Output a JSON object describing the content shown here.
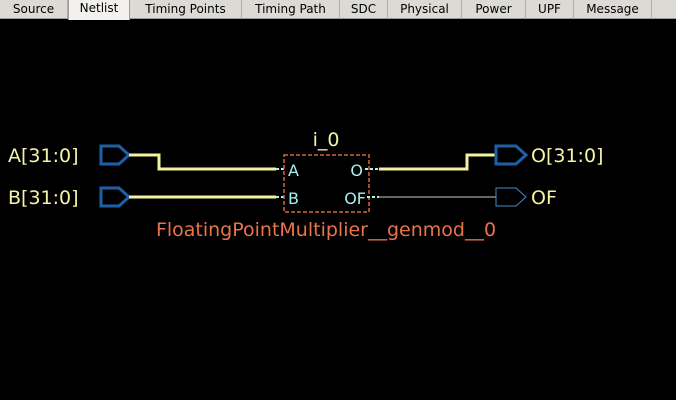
{
  "tabs": [
    {
      "label": "Source",
      "active": false
    },
    {
      "label": "Netlist",
      "active": true
    },
    {
      "label": "Timing Points",
      "active": false
    },
    {
      "label": "Timing Path",
      "active": false
    },
    {
      "label": "SDC",
      "active": false
    },
    {
      "label": "Physical",
      "active": false
    },
    {
      "label": "Power",
      "active": false
    },
    {
      "label": "UPF",
      "active": false
    },
    {
      "label": "Message",
      "active": false
    }
  ],
  "schematic": {
    "instance_name": "i_0",
    "module_name": "FloatingPointMultiplier__genmod__0",
    "ports": {
      "in_a": "A[31:0]",
      "in_b": "B[31:0]",
      "out_o": "O[31:0]",
      "out_of": "OF"
    },
    "pins": {
      "a": "A",
      "b": "B",
      "o": "O",
      "of": "OF"
    },
    "colors": {
      "background": "#000000",
      "port_outline": "#1f6fc4",
      "bus_wire": "#f2f2a0",
      "single_wire": "#d0d0d0",
      "port_text": "#f4f4a8",
      "pin_text": "#a8f0f0",
      "instance_box": "#d0643a",
      "module_text": "#e8744a"
    }
  }
}
